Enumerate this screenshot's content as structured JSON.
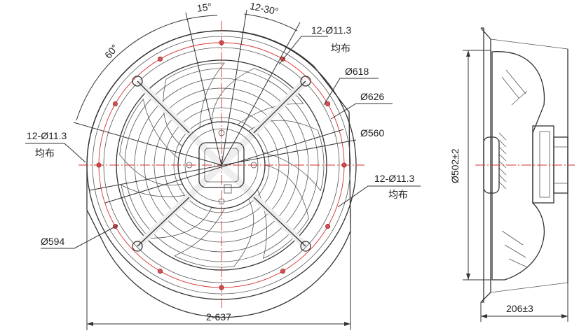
{
  "front_view": {
    "angle_15": "15°",
    "angle_12_30": "12-30°",
    "angle_60": "60°",
    "holes_top": {
      "spec": "12-Ø11.3",
      "note": "均布"
    },
    "holes_left": {
      "spec": "12-Ø11.3",
      "note": "均布"
    },
    "holes_right": {
      "spec": "12-Ø11.3",
      "note": "均布"
    },
    "dia_618": "Ø618",
    "dia_626": "Ø626",
    "dia_560": "Ø560",
    "dia_594": "Ø594",
    "width_637": "2-637"
  },
  "side_view": {
    "dia_502": "Ø502±2",
    "depth_206": "206±3"
  },
  "colors": {
    "centerline": "#d93030",
    "outline": "#333333",
    "hole_fill": "#d95050"
  }
}
